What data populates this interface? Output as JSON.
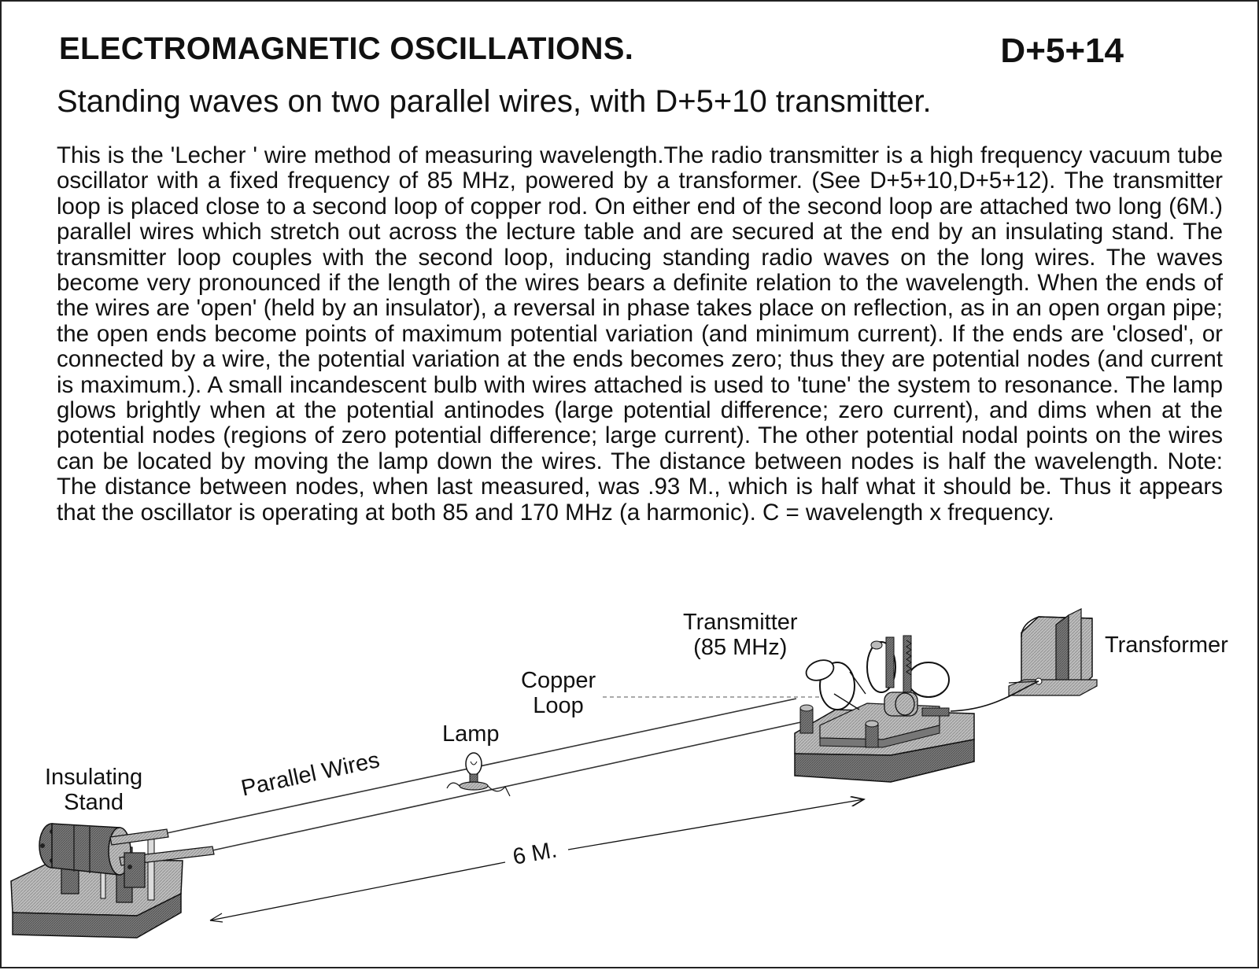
{
  "header": {
    "title": "ELECTROMAGNETIC OSCILLATIONS.",
    "code": "D+5+14",
    "subtitle": "Standing waves on two parallel wires, with D+5+10 transmitter."
  },
  "description": "This is the 'Lecher ' wire method of measuring wavelength.The radio transmitter is a high frequency vacuum tube oscillator with a fixed frequency of 85 MHz, powered by a transformer. (See D+5+10,D+5+12). The transmitter loop is placed close to a second loop of copper rod.  On either end of the second loop are attached two long (6M.) parallel wires which stretch out across the lecture table and are secured at the end by an insulating stand.  The transmitter loop couples with the second loop, inducing standing radio waves on the long wires.  The waves become very pronounced if the length of the wires bears a definite relation to the wavelength.  When the ends of the wires are 'open' (held by an insulator), a reversal in phase takes place on reflection, as in an open organ pipe; the open ends become points of maximum potential variation (and minimum current). If the ends are 'closed', or connected by a wire, the potential variation at the ends becomes zero; thus they are potential nodes (and current is maximum.).  A small incandescent bulb with wires attached is used to 'tune' the system to resonance.  The lamp glows brightly when at the potential antinodes (large potential difference; zero current), and dims  when at the potential nodes (regions of zero potential difference; large current). The other potential nodal points on the wires can be located by moving the lamp down the wires.  The distance between nodes is half the wavelength.  Note:  The distance between nodes, when last measured, was .93 M., which is half what it should be.  Thus it appears that the oscillator is operating at both 85 and 170 MHz (a harmonic).  C = wavelength x frequency.",
  "labels": {
    "transmitter_line1": "Transmitter",
    "transmitter_line2": "(85 MHz)",
    "transformer": "Transformer",
    "copper_line1": "Copper",
    "copper_line2": "Loop",
    "lamp": "Lamp",
    "insulating_line1": "Insulating",
    "insulating_line2": "Stand",
    "parallel_wires": "Parallel Wires",
    "distance": "6 M."
  },
  "colors": {
    "ink": "#111111",
    "metal_gray": "#9a9a9a",
    "dark_gray": "#555555",
    "light_gray": "#c8c8c8"
  }
}
